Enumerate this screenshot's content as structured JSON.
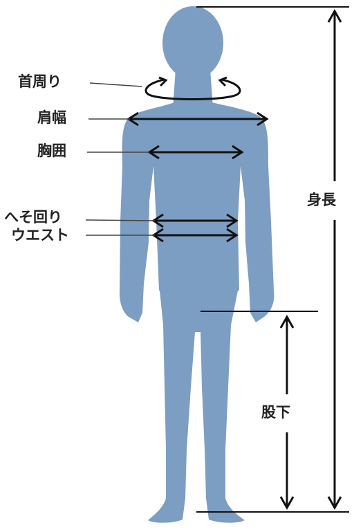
{
  "colors": {
    "body_silhouette": "#7c9ec2",
    "arrows": "#111111",
    "leader_lines": "#444444",
    "background": "#ffffff",
    "label_text": "#222222"
  },
  "labels": {
    "neck": "首周り",
    "shoulder": "肩幅",
    "chest": "胸囲",
    "navel": "へそ回り",
    "waist": "ウエスト",
    "height": "身長",
    "inseam": "股下"
  }
}
